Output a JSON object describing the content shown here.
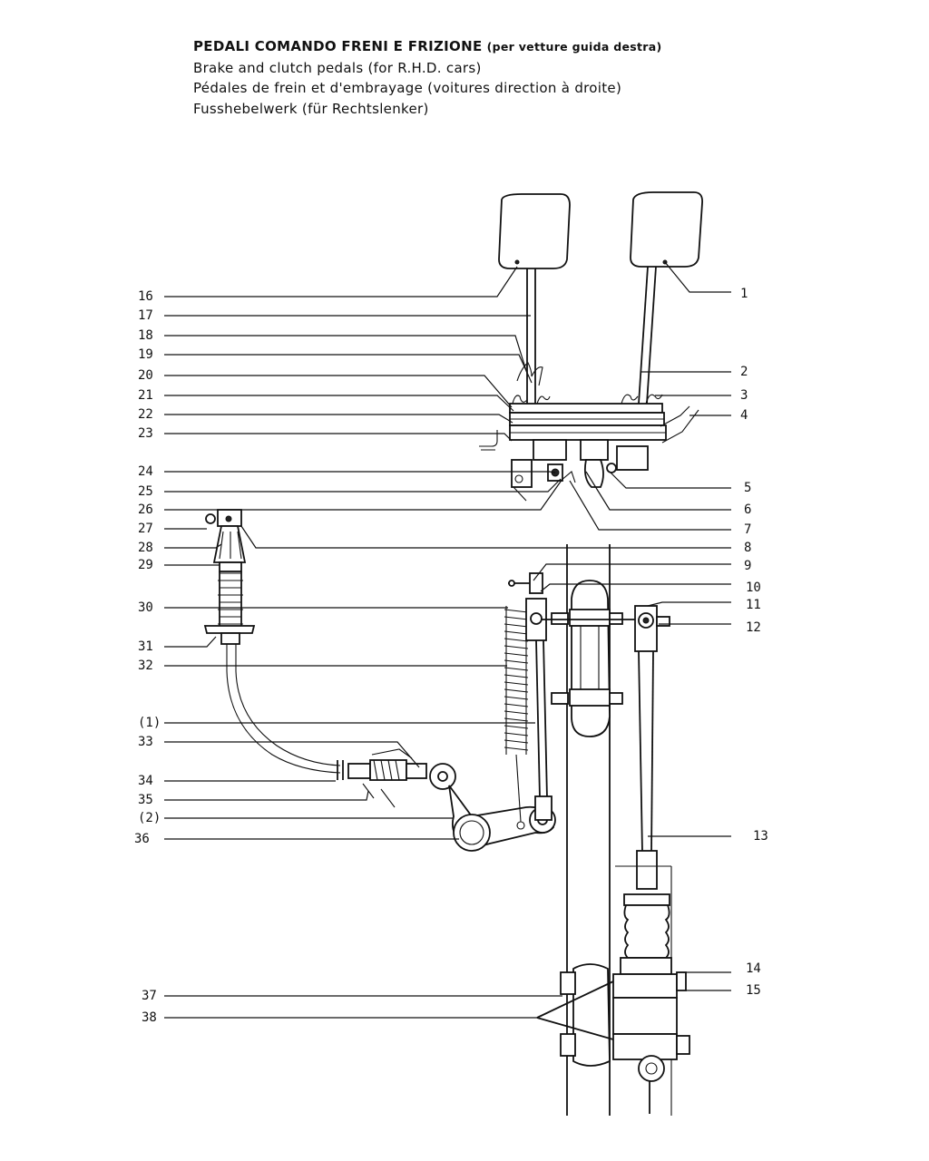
{
  "titles": {
    "italian": "PEDALI COMANDO FRENI E FRIZIONE",
    "italian_note": "(per vetture guida destra)",
    "english": "Brake and clutch pedals (for R.H.D. cars)",
    "french": "Pédales de frein et d'embrayage (voitures direction à droite)",
    "german": "Fusshebelwerk (für Rechtslenker)"
  },
  "labels_left": [
    "16",
    "17",
    "18",
    "19",
    "20",
    "21",
    "22",
    "23",
    "24",
    "25",
    "26",
    "27",
    "28",
    "29",
    "30",
    "31",
    "32",
    "(1)",
    "33",
    "34",
    "35",
    "(2)",
    "36",
    "37",
    "38"
  ],
  "labels_right": [
    "1",
    "2",
    "3",
    "4",
    "5",
    "6",
    "7",
    "8",
    "9",
    "10",
    "11",
    "12",
    "13",
    "14",
    "15"
  ]
}
